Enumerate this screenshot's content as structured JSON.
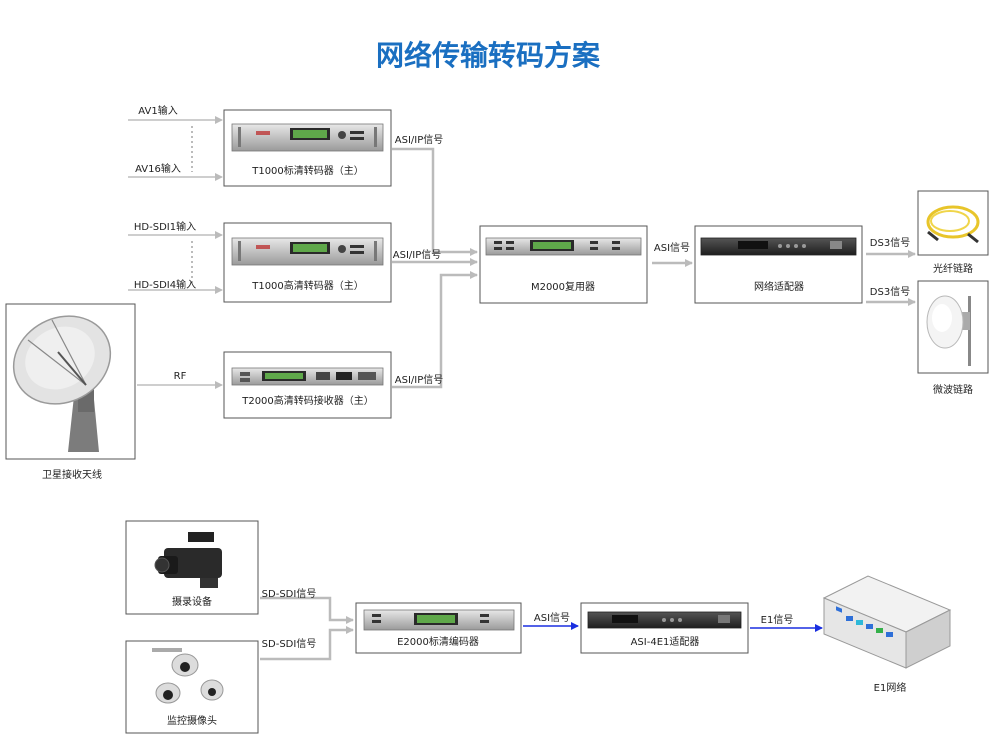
{
  "title": "网络传输转码方案",
  "inputs": {
    "av1": "AV1输入",
    "av16": "AV16输入",
    "hdsdi1": "HD-SDI1输入",
    "hdsdi4": "HD-SDI4输入",
    "rf": "RF"
  },
  "devices": {
    "t1000_sd": "T1000标清转码器（主）",
    "t1000_hd": "T1000高清转码器（主）",
    "t2000": "T2000高清转码接收器（主）",
    "m2000": "M2000复用器",
    "adapter": "网络适配器",
    "fiber": "光纤链路",
    "microwave": "微波链路",
    "satellite": "卫星接收天线",
    "camcorder": "摄录设备",
    "surveillance": "监控摄像头",
    "e2000": "E2000标清编码器",
    "asi4e1": "ASI-4E1适配器",
    "e1net": "E1网络"
  },
  "signals": {
    "asiip_1": "ASI/IP信号",
    "asiip_2": "ASI/IP信号",
    "asiip_3": "ASI/IP信号",
    "asi_1": "ASI信号",
    "ds3_1": "DS3信号",
    "ds3_2": "DS3信号",
    "sdsdi_1": "SD-SDI信号",
    "sdsdi_2": "SD-SDI信号",
    "asi_2": "ASI信号",
    "e1": "E1信号"
  },
  "colors": {
    "title": "#1a6fc1",
    "connector_gray": "#bbbbbb",
    "connector_blue": "#1a2fe0"
  }
}
